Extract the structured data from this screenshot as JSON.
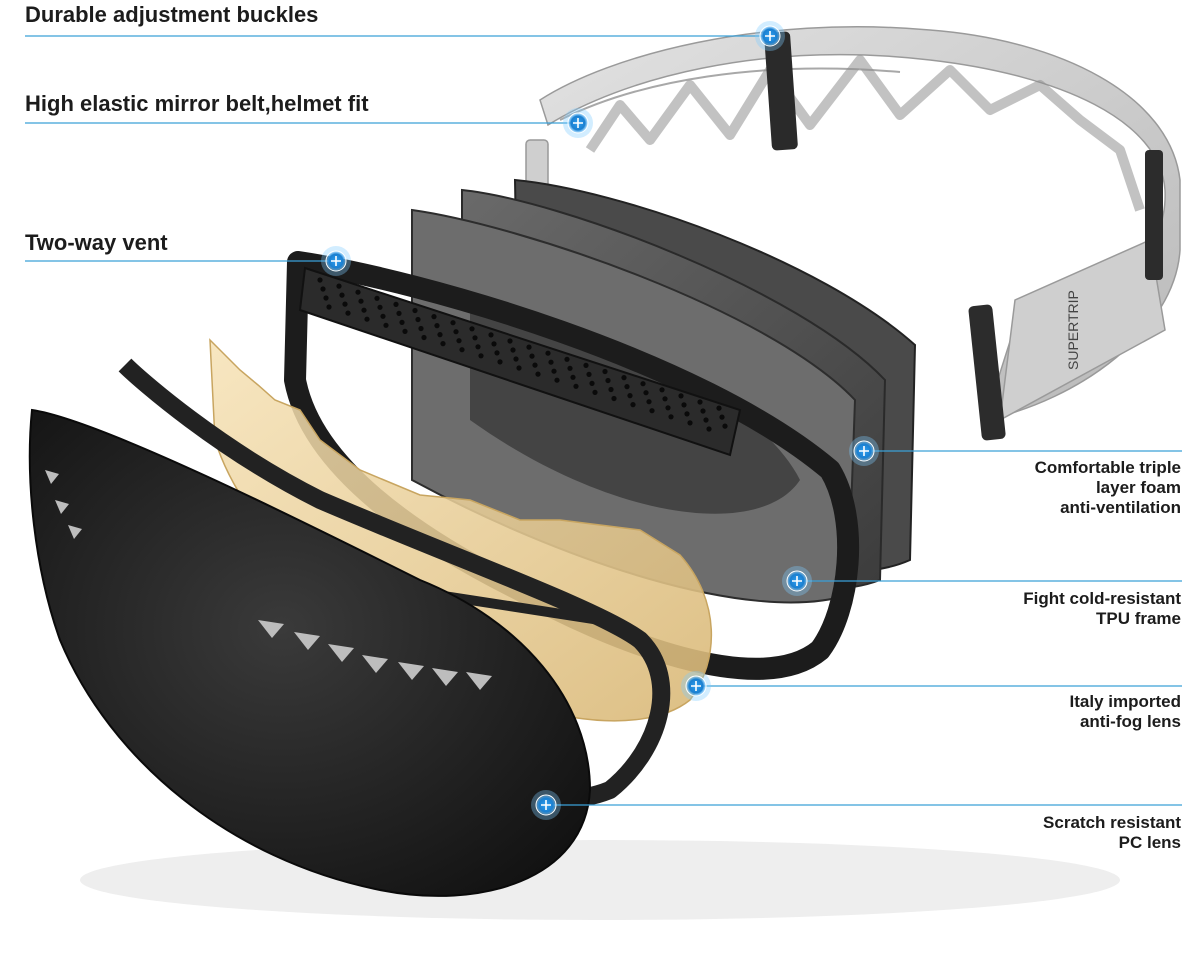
{
  "brand": {
    "strap_text": "SUPERTRIP"
  },
  "colors": {
    "leader_line": "#3aa0d8",
    "marker": "#1f8fe0",
    "marker_glow": "#7ecbff",
    "text": "#1c1c1c",
    "strap_light": "#d4d4d4",
    "strap_dark": "#9c9c9c",
    "foam": "#5a5a5a",
    "frame": "#222222",
    "lens_amber": "#e8c98a",
    "lens_outer": "#1b1b1b"
  },
  "callouts": [
    {
      "id": "buckles",
      "label": "Durable adjustment buckles",
      "side": "left"
    },
    {
      "id": "belt",
      "label": "High elastic mirror belt,helmet fit",
      "side": "left"
    },
    {
      "id": "vent",
      "label": "Two-way vent",
      "side": "left"
    },
    {
      "id": "foam",
      "label": "Comfortable triple\nlayer foam\nanti-ventilation",
      "side": "right"
    },
    {
      "id": "frame",
      "label": "Fight cold-resistant\nTPU frame",
      "side": "right"
    },
    {
      "id": "inner-lens",
      "label": "Italy imported\nanti-fog lens",
      "side": "right"
    },
    {
      "id": "outer-lens",
      "label": "Scratch resistant\nPC lens",
      "side": "right"
    }
  ]
}
